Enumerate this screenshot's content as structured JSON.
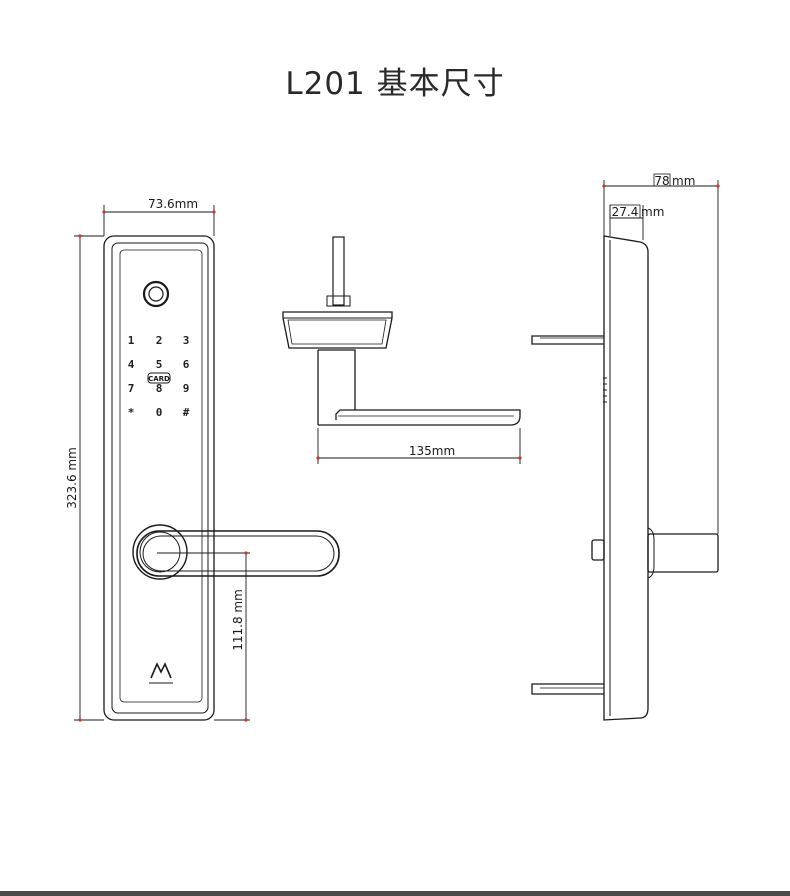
{
  "title": "L201 基本尺寸",
  "dimensions": {
    "front_width": "73.6mm",
    "front_height": "323.6 mm",
    "handle_height": "111.8 mm",
    "handle_length": "135mm",
    "side_depth_total": "78",
    "side_depth_total_unit": "mm",
    "side_panel_depth": "27.4",
    "side_panel_depth_unit": "mm"
  },
  "keypad": {
    "keys": [
      "1",
      "2",
      "3",
      "4",
      "5",
      "6",
      "7",
      "8",
      "9",
      "*",
      "0",
      "#"
    ],
    "card_label": "CARD"
  },
  "colors": {
    "line": "#1a1a1a",
    "dimension_marker": "#c0392b",
    "title": "#2a2a2a"
  },
  "icons": [
    "fingerprint-sensor-icon",
    "brand-logo-icon"
  ]
}
